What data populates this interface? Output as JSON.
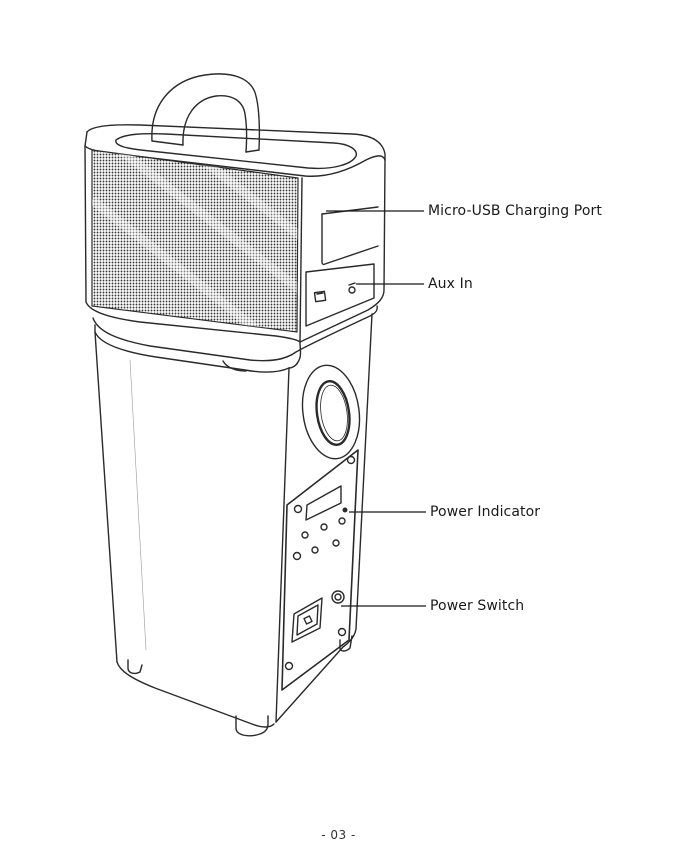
{
  "callouts": {
    "micro_usb": "Micro-USB Charging Port",
    "aux_in": "Aux In",
    "power_indicator": "Power Indicator",
    "power_switch": "Power Switch"
  },
  "page_number": "- 03 -",
  "colors": {
    "stroke": "#2a2a2a",
    "grille": "#3a3a3a",
    "background": "#ffffff"
  }
}
